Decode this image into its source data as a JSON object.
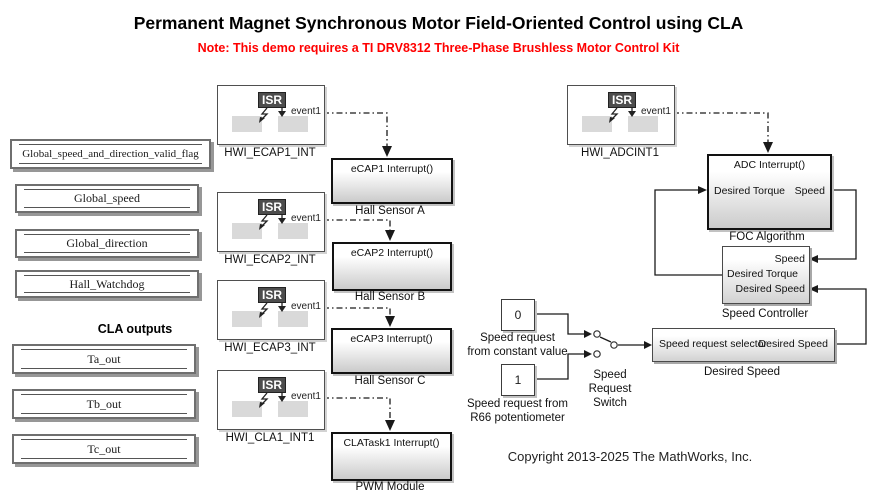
{
  "title": "Permanent Magnet Synchronous Motor Field-Oriented Control using CLA",
  "note": "Note: This demo requires a TI DRV8312 Three-Phase Brushless Motor Control Kit",
  "copyright": "Copyright 2013-2025 The MathWorks, Inc.",
  "colors": {
    "note_red": "#ff0000",
    "isr_badge_bg": "#4d4d4d",
    "block_gradient_bottom": "#cbcbcb",
    "wire": "#1a1a1a"
  },
  "data_stores": {
    "items": [
      {
        "label": "Global_speed_and_direction_valid_flag"
      },
      {
        "label": "Global_speed"
      },
      {
        "label": "Global_direction"
      },
      {
        "label": "Hall_Watchdog"
      }
    ],
    "cla_header": "CLA outputs",
    "cla_items": [
      {
        "label": "Ta_out"
      },
      {
        "label": "Tb_out"
      },
      {
        "label": "Tc_out"
      }
    ]
  },
  "isr": {
    "badge": "ISR",
    "event_label": "event1",
    "blocks": [
      {
        "name": "HWI_ECAP1_INT"
      },
      {
        "name": "HWI_ECAP2_INT"
      },
      {
        "name": "HWI_ECAP3_INT"
      },
      {
        "name": "HWI_CLA1_INT1"
      },
      {
        "name": "HWI_ADCINT1"
      }
    ]
  },
  "interrupt_subsystems": [
    {
      "port": "eCAP1 Interrupt()",
      "name": "Hall Sensor A"
    },
    {
      "port": "eCAP2 Interrupt()",
      "name": "Hall Sensor B"
    },
    {
      "port": "eCAP3 Interrupt()",
      "name": "Hall Sensor C"
    },
    {
      "port": "CLATask1 Interrupt()",
      "name": "PWM Module"
    }
  ],
  "foc": {
    "top_port": "ADC Interrupt()",
    "input_port": "Desired Torque",
    "output_port": "Speed",
    "name": "FOC Algorithm"
  },
  "speed_controller": {
    "port_speed": "Speed",
    "port_desired_torque": "Desired Torque",
    "port_desired_speed": "Desired Speed",
    "name": "Speed Controller"
  },
  "desired_speed_block": {
    "input_port": "Speed request selector",
    "output_port": "Desired Speed",
    "name": "Desired Speed"
  },
  "constants": [
    {
      "value": "0",
      "label_lines": [
        "Speed request",
        "from constant value"
      ]
    },
    {
      "value": "1",
      "label_lines": [
        "Speed request from",
        "R66 potentiometer"
      ]
    }
  ],
  "switch": {
    "label_lines": [
      "Speed",
      "Request",
      "Switch"
    ]
  }
}
